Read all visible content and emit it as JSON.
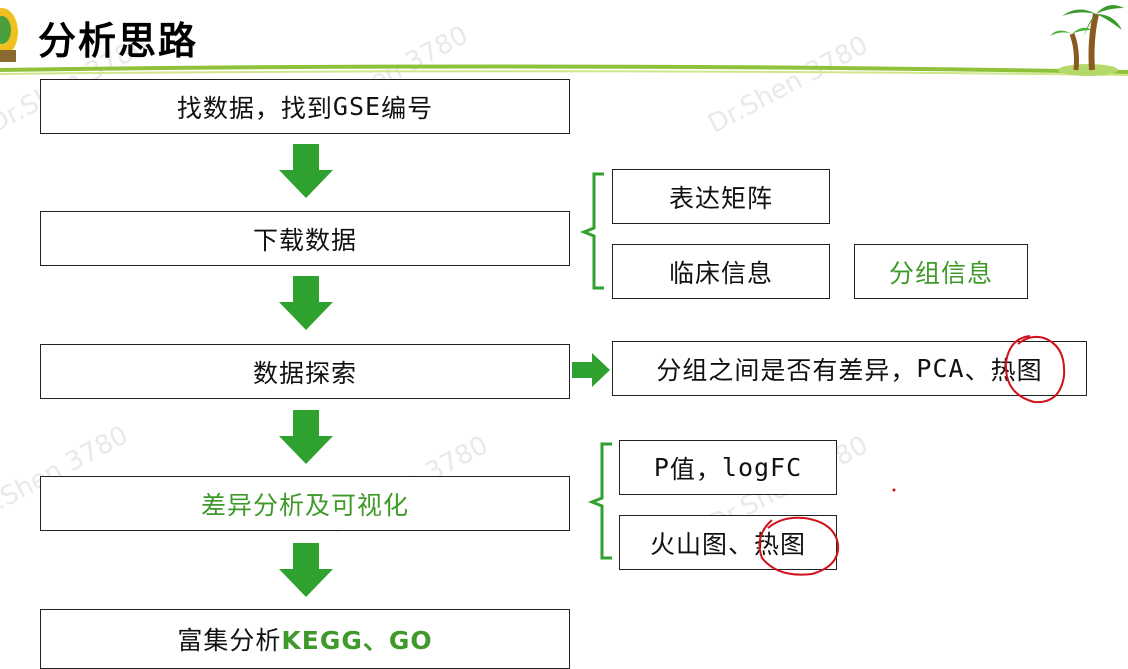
{
  "title": "分析思路",
  "colors": {
    "accent_green": "#3f9a2b",
    "arrow_green": "#2ea12e",
    "circle_red": "#d0121b"
  },
  "steps": [
    {
      "text_a": "找数据，找到",
      "text_b": "GSE",
      "text_c": "编号"
    },
    {
      "text": "下载数据"
    },
    {
      "text": "数据探索"
    },
    {
      "text": "差异分析及可视化"
    },
    {
      "text_a": "富集分析",
      "text_b": "KEGG、GO"
    }
  ],
  "download_branch": {
    "item1": "表达矩阵",
    "item2": "临床信息",
    "extra": "分组信息"
  },
  "explore_branch": {
    "text_a": "分组之间是否有差异，",
    "text_b": "PCA",
    "text_c": "、",
    "text_d": "热图"
  },
  "diff_branch": {
    "item1_a": "P",
    "item1_b": "值，",
    "item1_c": "logFC",
    "item2_a": "火山图、",
    "item2_b": "热图"
  },
  "watermark": "Dr.Shen 3780",
  "icons": {
    "left": "globe-icon",
    "right": "palm-tree-icon"
  }
}
